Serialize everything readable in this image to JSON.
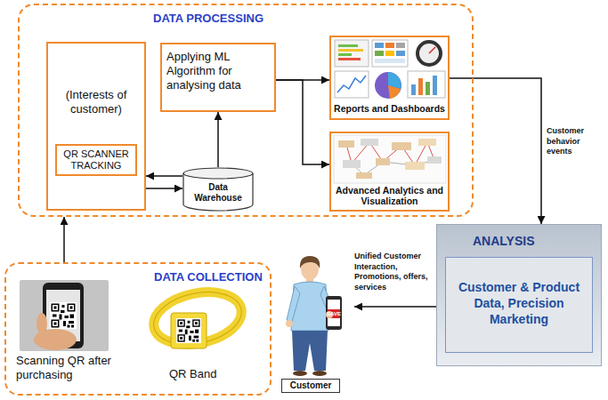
{
  "diagram": {
    "nodes": [
      {
        "text": [
          "DATA PROCESSING"
        ]
      },
      {
        "text": [
          "(Interests of customer)"
        ],
        "in": 0
      },
      {
        "text": [
          "QR SCANNER TRACKING"
        ],
        "in": 1
      },
      {
        "text": [
          "Applying ML Algorithm for analysing data"
        ],
        "in": 0
      },
      {
        "text": [
          "Data Warehouse"
        ],
        "in": 0
      },
      {
        "text": [
          "Reports and Dashboards"
        ],
        "in": 0
      },
      {
        "text": [
          "Advanced Analytics and Visualization"
        ],
        "in": 0
      },
      {
        "text": [
          "ANALYSIS"
        ]
      },
      {
        "text": [
          "Customer & Product Data, Precision Marketing"
        ],
        "in": 7
      },
      {
        "text": [
          "DATA COLLECTION"
        ]
      },
      {
        "text": [
          "Customer"
        ]
      }
    ],
    "edges": [
      {
        "from": 9,
        "to": 0,
        "arrow": "to"
      },
      {
        "from": 1,
        "to": 4,
        "arrow": "to"
      },
      {
        "from": 4,
        "to": 1,
        "arrow": "to"
      },
      {
        "from": 4,
        "to": 3,
        "arrow": "to"
      },
      {
        "from": 3,
        "to": 5,
        "arrow": "to"
      },
      {
        "from": 3,
        "to": 6,
        "arrow": "to"
      },
      {
        "from": 5,
        "to": 7,
        "label": "Customer behavior events",
        "arrow": "to"
      },
      {
        "from": 7,
        "to": 10,
        "label": "Unified Customer Interaction, Promotions, offers, services",
        "arrow": "to"
      }
    ],
    "labels": [
      "Scanning QR after purchasing",
      "QR Band",
      "SAVE"
    ]
  }
}
